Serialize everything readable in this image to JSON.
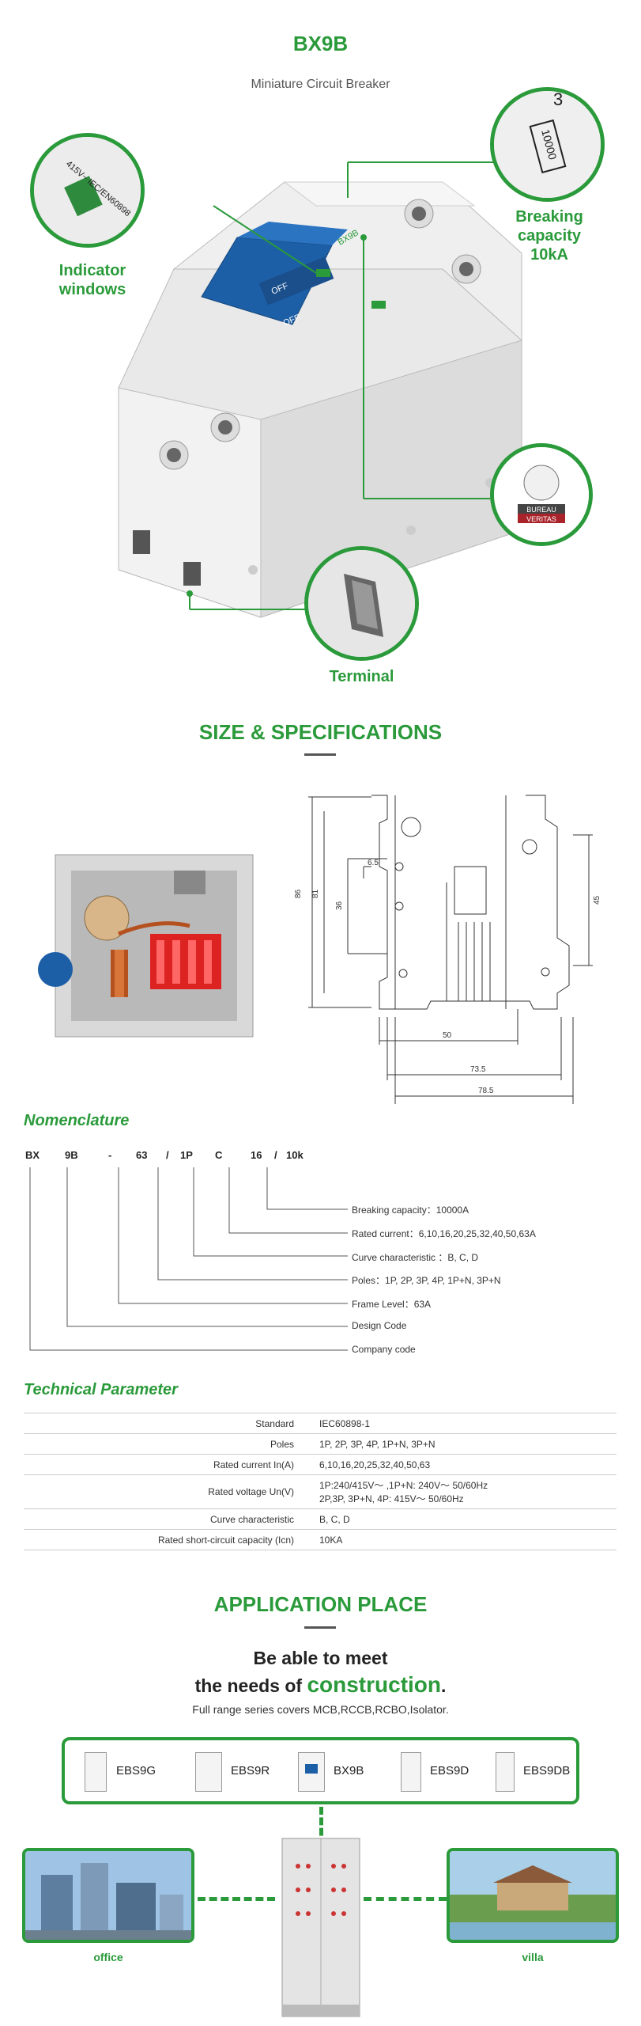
{
  "header": {
    "title": "BX9B",
    "subtitle": "Miniature Circuit Breaker"
  },
  "callouts": {
    "indicator": "Indicator windows",
    "indicator_l1": "Indicator",
    "indicator_l2": "windows",
    "breaking_l1": "Breaking",
    "breaking_l2": "capacity",
    "breaking_l3": "10kA",
    "terminal": "Terminal",
    "zoom_left_text": "415V~ IEC/EN60898",
    "zoom_right_text": "10000",
    "zoom_right_small": "3",
    "bureau": "BUREAU",
    "veritas": "VERITAS",
    "off1": "OFF",
    "off2": "OFF",
    "brand": "BX9B"
  },
  "size": {
    "title": "SIZE & SPECIFICATIONS",
    "dims": {
      "d86": "86",
      "d81": "81",
      "d36": "36",
      "d65": "6.5",
      "d45": "45",
      "d50": "50",
      "d735": "73.5",
      "d785": "78.5"
    }
  },
  "nomenclature": {
    "title": "Nomenclature",
    "code_parts": [
      "BX",
      "9B",
      "-",
      "63",
      "/",
      "1P",
      "C",
      "16",
      "/",
      "10k"
    ],
    "rows": [
      "Breaking capacity：10000A",
      "Rated current：6,10,16,20,25,32,40,50,63A",
      "Curve characteristic ：B, C, D",
      "Poles：1P, 2P, 3P, 4P, 1P+N, 3P+N",
      "Frame Level：63A",
      "Design Code",
      "Company code"
    ]
  },
  "technical": {
    "title": "Technical Parameter",
    "rows": [
      {
        "k": "Standard",
        "v": "IEC60898-1"
      },
      {
        "k": "Poles",
        "v": "1P, 2P, 3P, 4P, 1P+N, 3P+N"
      },
      {
        "k": "Rated current In(A)",
        "v": "6,10,16,20,25,32,40,50,63"
      },
      {
        "k": "Rated voltage Un(V)",
        "v": "1P:240/415V～ ,1P+N: 240V～ 50/60Hz",
        "v2": "2P,3P, 3P+N, 4P: 415V～ 50/60Hz"
      },
      {
        "k": "Curve characteristic",
        "v": "B, C, D"
      },
      {
        "k": "Rated short-circuit capacity (Icn)",
        "v": "10KA"
      }
    ]
  },
  "application": {
    "title": "APPLICATION PLACE",
    "line1": "Be able to meet",
    "line2_a": "the needs of ",
    "line2_b": "construction",
    "line2_c": ".",
    "line3": "Full range series covers MCB,RCCB,RCBO,Isolator.",
    "products": [
      "EBS9G",
      "EBS9R",
      "BX9B",
      "EBS9D",
      "EBS9DB"
    ],
    "left_place": "office",
    "right_place": "villa"
  }
}
